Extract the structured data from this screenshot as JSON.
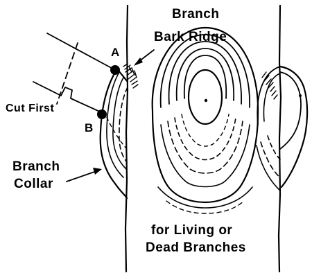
{
  "labels": {
    "branch_bark_ridge_line1": "Branch",
    "branch_bark_ridge_line2": "Bark Ridge",
    "point_a": "A",
    "point_b": "B",
    "cut_first": "Cut First",
    "branch_collar_line1": "Branch",
    "branch_collar_line2": "Collar",
    "caption_line1": "for Living or",
    "caption_line2": "Dead Branches"
  },
  "colors": {
    "ink": "#000000",
    "background": "#ffffff"
  }
}
